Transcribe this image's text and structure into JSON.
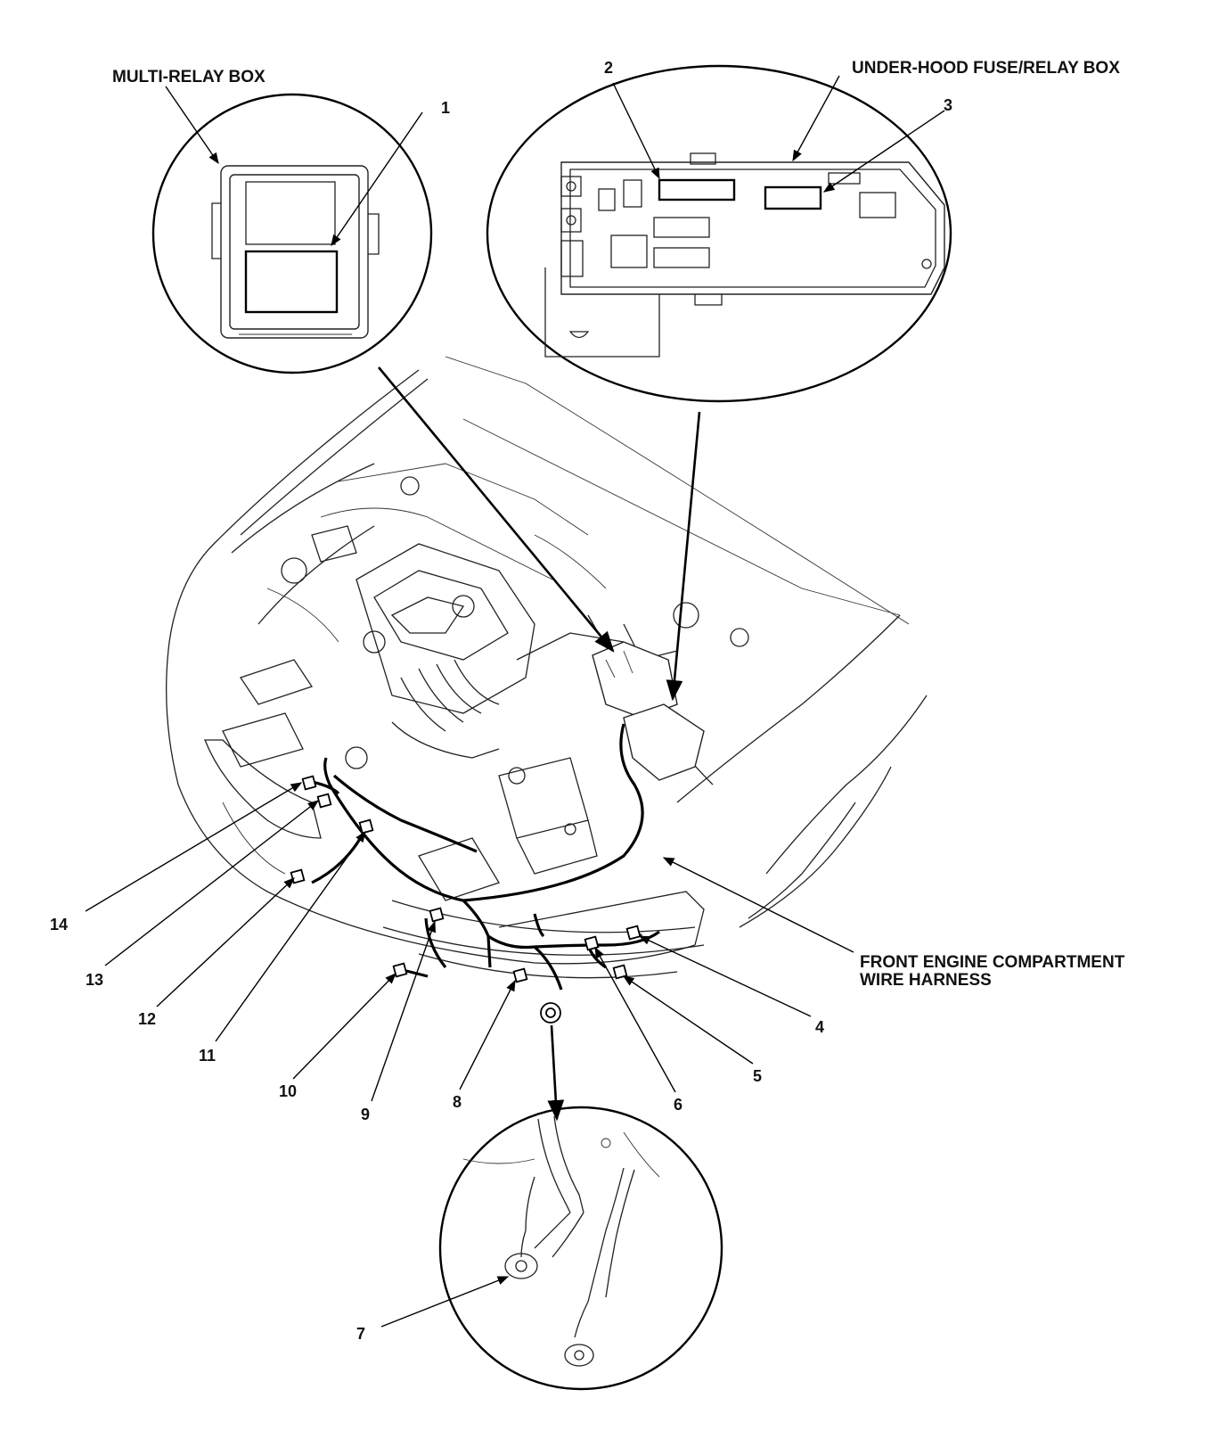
{
  "labels": {
    "multi_relay_box": "MULTI-RELAY BOX",
    "under_hood_box": "UNDER-HOOD FUSE/RELAY BOX",
    "harness_line1": "FRONT ENGINE COMPARTMENT",
    "harness_line2": "WIRE HARNESS"
  },
  "callouts": {
    "c1": "1",
    "c2": "2",
    "c3": "3",
    "c4": "4",
    "c5": "5",
    "c6": "6",
    "c7": "7",
    "c8": "8",
    "c9": "9",
    "c10": "10",
    "c11": "11",
    "c12": "12",
    "c13": "13",
    "c14": "14"
  },
  "colors": {
    "ink": "#000000",
    "paper": "#ffffff"
  }
}
